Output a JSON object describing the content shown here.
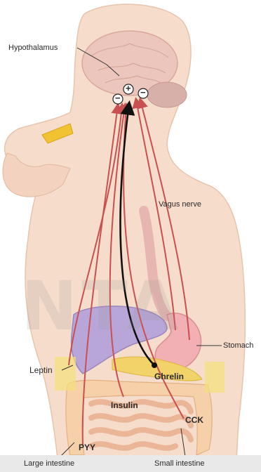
{
  "labels": {
    "hypothalamus": "Hypothalamus",
    "vagus_nerve": "Vagus nerve",
    "stomach": "Stomach",
    "leptin": "Leptin",
    "ghrelin": "Ghrelin",
    "insulin": "Insulin",
    "cck": "CCK",
    "pyy": "PYY",
    "large_intestine": "Large intestine",
    "small_intestine": "Small intestine"
  },
  "signs": {
    "plus": "+",
    "minus": "−"
  },
  "watermark": "NTA"
}
